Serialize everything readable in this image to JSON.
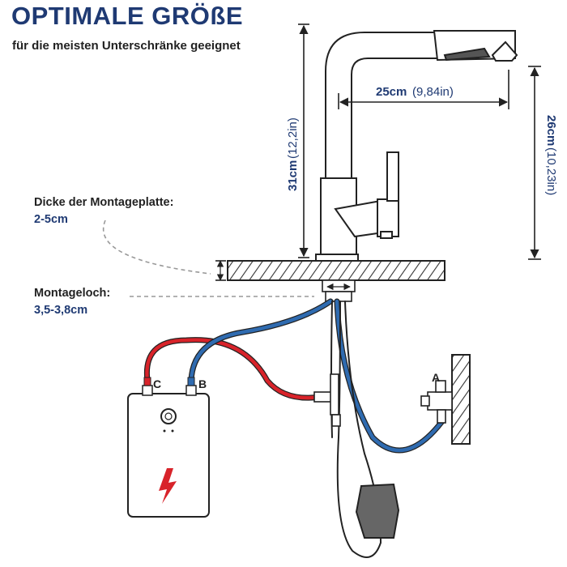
{
  "header": {
    "title": "OPTIMALE GRÖßE",
    "subtitle": "für die meisten Unterschränke geeignet"
  },
  "dimensions": {
    "spout_reach": {
      "value": "25cm",
      "alt": "(9,84in)"
    },
    "total_height": {
      "value": "31cm",
      "alt": "(12,2in)"
    },
    "spout_height": {
      "value": "26cm",
      "alt": "(10,23in)"
    }
  },
  "plate_thickness": {
    "label": "Dicke der Montageplatte:",
    "value": "2-5cm"
  },
  "mounting_hole": {
    "label": "Montageloch:",
    "value": "3,5-3,8cm"
  },
  "connections": {
    "a": "A",
    "b": "B",
    "c": "C"
  },
  "colors": {
    "accent": "#1f3a73",
    "hot": "#d8232a",
    "cold": "#2f6bb0",
    "outline": "#222222"
  },
  "icons": {
    "power": "lightning-bolt-icon"
  }
}
